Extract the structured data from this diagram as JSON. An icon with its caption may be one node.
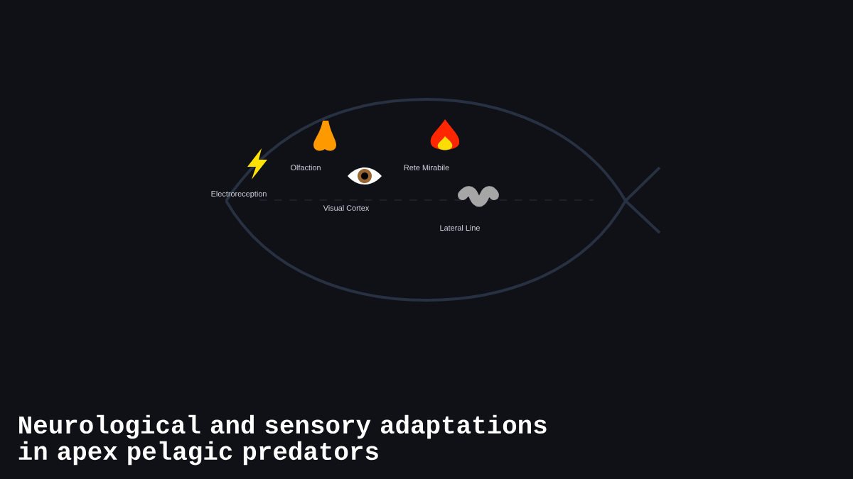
{
  "diagram": {
    "title": "Neurological and sensory adaptations in apex pelagic predators",
    "labels": [
      "Olfaction",
      "Rete Mirabile",
      "Electroreception",
      "Visual Cortex",
      "Lateral Line"
    ]
  }
}
